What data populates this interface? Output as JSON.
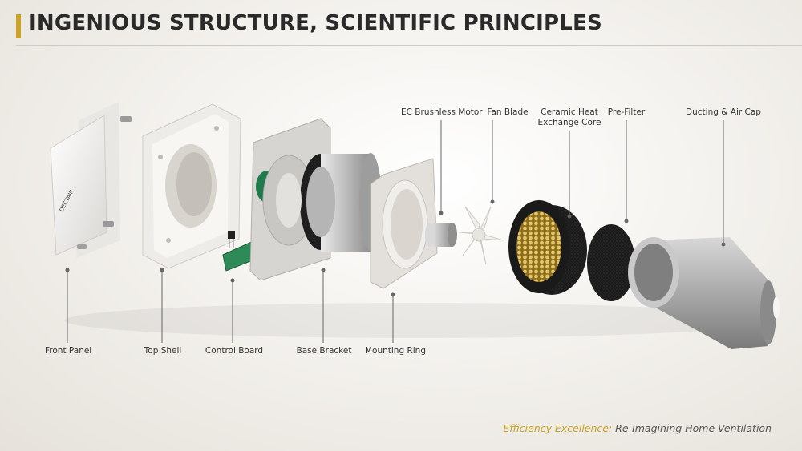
{
  "title": "INGENIOUS STRUCTURE, SCIENTIFIC PRINCIPLES",
  "brand_logo_text": "DECTAIR",
  "footer": {
    "accent": "Efficiency Excellence:",
    "text": " Re-Imagining Home Ventilation"
  },
  "labels": {
    "front_panel": "Front Panel",
    "top_shell": "Top Shell",
    "control_board": "Control Board",
    "base_bracket": "Base Bracket",
    "mounting_ring": "Mounting Ring",
    "ec_motor": "EC Brushless Motor",
    "fan_blade": "Fan Blade",
    "ceramic_core_line1": "Ceramic Heat",
    "ceramic_core_line2": "Exchange Core",
    "pre_filter": "Pre-Filter",
    "ducting": "Ducting & Air Cap"
  },
  "colors": {
    "accent": "#c9a227",
    "title": "#2a2a2a",
    "leader_line": "#666666"
  }
}
